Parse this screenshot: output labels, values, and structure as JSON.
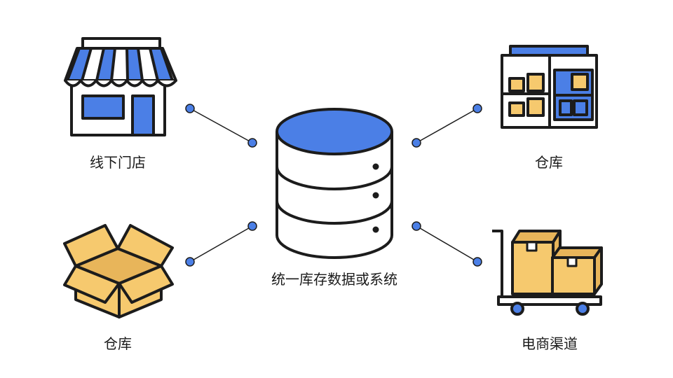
{
  "nodes": {
    "center": {
      "label": "统一库存数据或系统"
    },
    "offline_store": {
      "label": "线下门店"
    },
    "warehouse_left": {
      "label": "仓库"
    },
    "warehouse_right": {
      "label": "仓库"
    },
    "ecommerce": {
      "label": "电商渠道"
    }
  },
  "colors": {
    "outline": "#1c1c1c",
    "blue": "#4b7fe6",
    "box": "#f6c96e",
    "box_shadow": "#e8b55a",
    "white": "#ffffff"
  }
}
